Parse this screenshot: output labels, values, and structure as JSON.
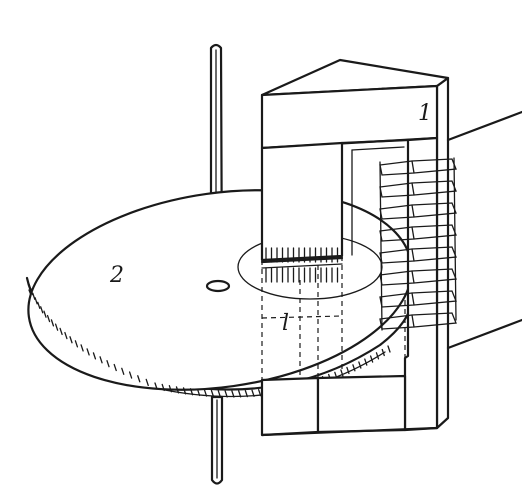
{
  "labels": {
    "magnet": "1",
    "disk": "2",
    "gap": "l"
  },
  "colors": {
    "ink": "#1a1a1a",
    "background": "#ffffff"
  }
}
